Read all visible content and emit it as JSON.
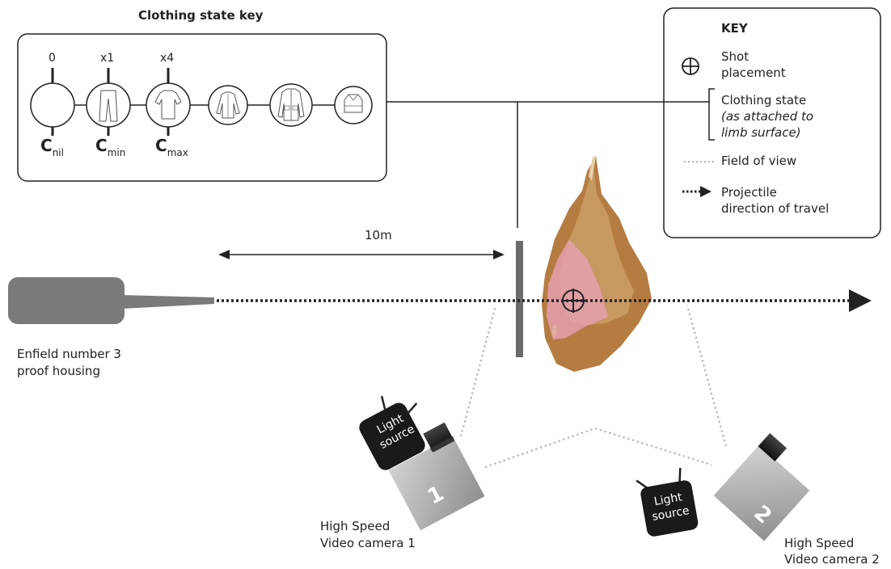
{
  "clothing_key": {
    "title": "Clothing state key",
    "states": [
      "0",
      "x1",
      "x4"
    ],
    "c_symbol": "C",
    "subscripts": [
      "nil",
      "min",
      "max"
    ]
  },
  "key": {
    "title": "KEY",
    "shot_placement": [
      "Shot",
      "placement"
    ],
    "clothing_state": [
      "Clothing state",
      "(as attached to",
      "limb surface)"
    ],
    "field_of_view": "Field of view",
    "projectile": [
      "Projectile",
      "direction of travel"
    ]
  },
  "distance_label": "10m",
  "housing_label": [
    "Enfield number 3",
    "proof housing"
  ],
  "light_source_label": [
    "Light",
    "source"
  ],
  "cameras": [
    {
      "number": "1",
      "label": [
        "High Speed",
        "Video camera 1"
      ]
    },
    {
      "number": "2",
      "label": [
        "High Speed",
        "Video camera 2"
      ]
    }
  ],
  "colors": {
    "line": "#222222",
    "gun": "#7a7a7a",
    "barrier": "#6b6b6b",
    "limb_brown": "#b57c42",
    "limb_tan": "#c99a60",
    "limb_pink": "#e7a3b0",
    "camera_body": "#a9a9a9",
    "light_box": "#1a1a1a",
    "fov": "#b8b8b8"
  }
}
